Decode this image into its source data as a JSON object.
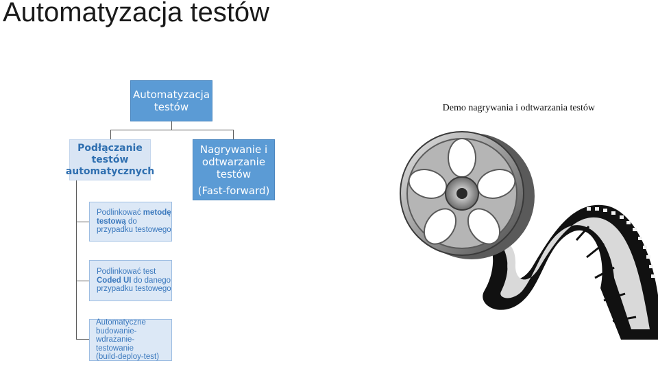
{
  "title": "Automatyzacja testów",
  "demo_label": "Demo nagrywania i odtwarzania testów",
  "root": {
    "line1": "Automatyzacja",
    "line2": "testów"
  },
  "left_branch": {
    "line1": "Podłączanie",
    "line2": "testów",
    "line3": "automatycznych"
  },
  "right_branch": {
    "line1": "Nagrywanie i",
    "line2": "odtwarzanie",
    "line3": "testów",
    "line4": "(Fast-forward)"
  },
  "leaves": [
    {
      "pre": "Podlinkować ",
      "bold1": "metodę",
      "bold2": "testową",
      "post": " do",
      "line3": "przypadku testowego"
    },
    {
      "line1": "Podlinkować test",
      "bold": "Coded UI",
      "post": " do danego",
      "line3": "przypadku testowego"
    },
    {
      "line1": "Automatyczne",
      "line2": "budowanie-",
      "line3": "wdrażanie-testowanie",
      "line4": "(build-deploy-test)"
    }
  ],
  "icons": {
    "film-reel": "film-reel-icon"
  }
}
